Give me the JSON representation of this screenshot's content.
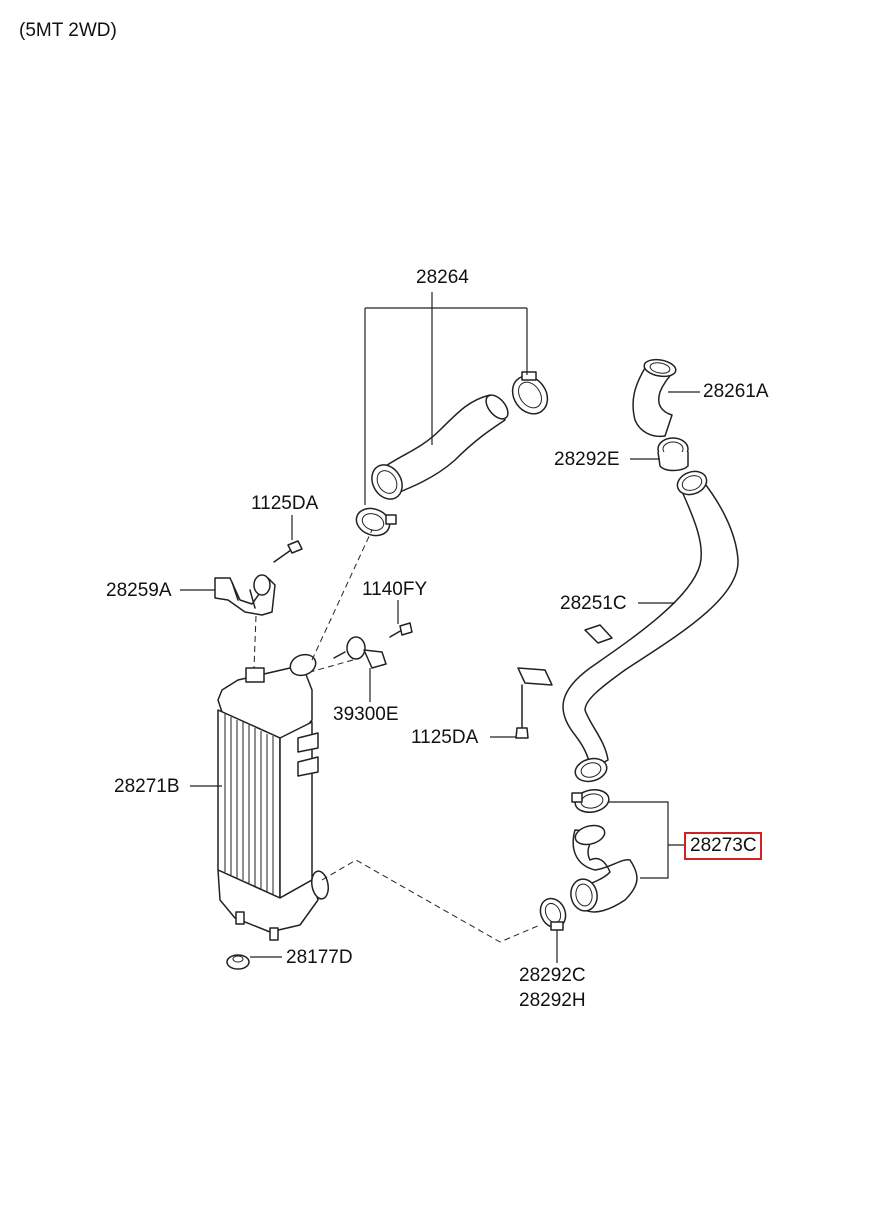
{
  "header": {
    "variant": "(5MT 2WD)"
  },
  "parts": {
    "p28264": "28264",
    "p28261A": "28261A",
    "p28292E": "28292E",
    "p1125DA_top": "1125DA",
    "p28259A": "28259A",
    "p1140FY": "1140FY",
    "p28251C": "28251C",
    "p39300E": "39300E",
    "p1125DA_mid": "1125DA",
    "p28271B": "28271B",
    "p28273C": "28273C",
    "p28177D": "28177D",
    "p28292C": "28292C",
    "p28292H": "28292H"
  },
  "highlight_color": "#d22222"
}
